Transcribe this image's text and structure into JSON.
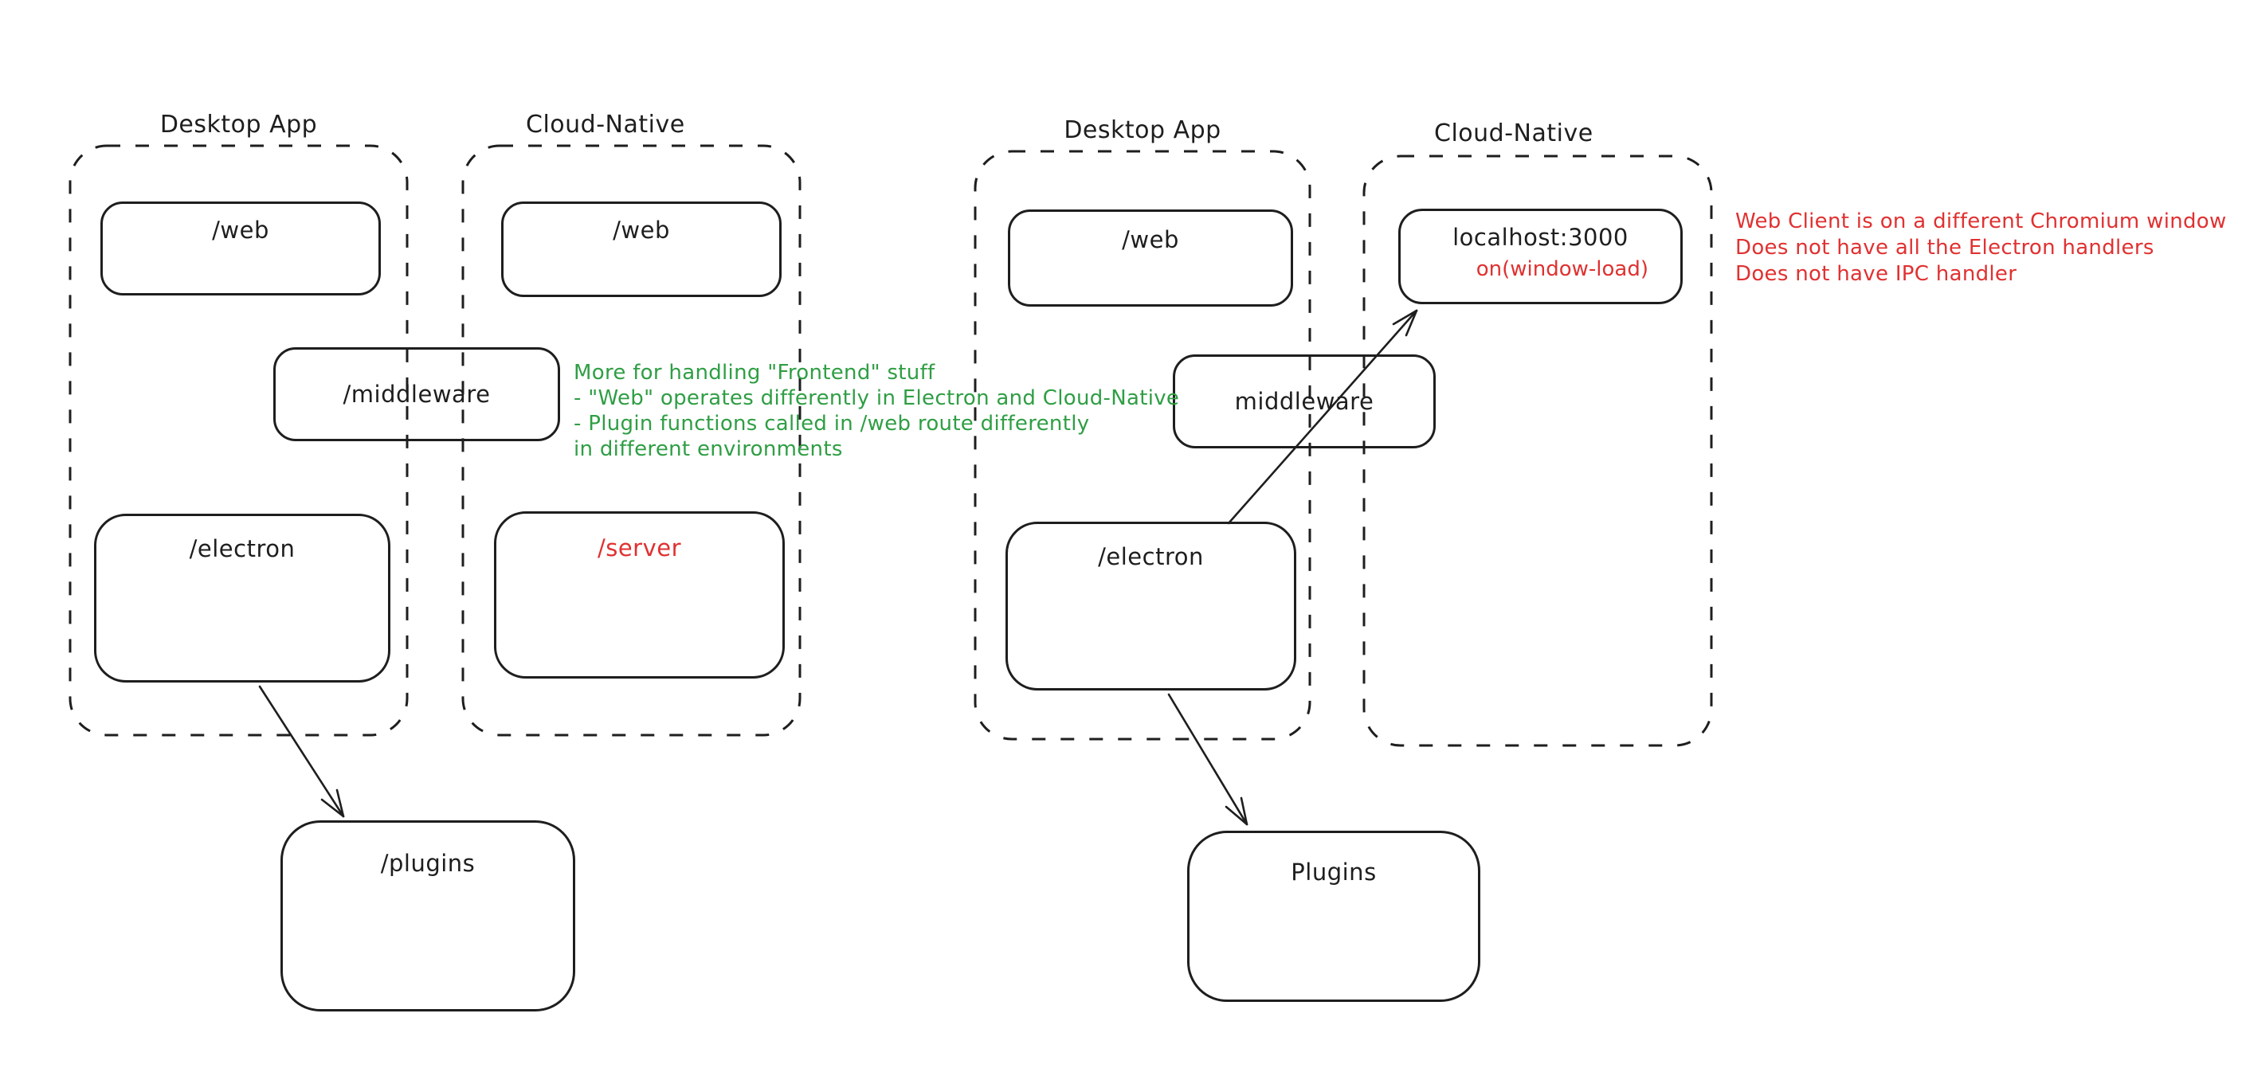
{
  "colors": {
    "background": "#ffffff",
    "stroke": "#1e1e1e",
    "green": "#2f9e44",
    "red": "#e03131"
  },
  "left": {
    "desktop": {
      "label": "Desktop App",
      "web_label": "/web",
      "middleware_label": "/middleware",
      "electron_label": "/electron"
    },
    "cloud": {
      "label": "Cloud-Native",
      "web_label": "/web",
      "server_label": "/server"
    },
    "plugins_label": "/plugins",
    "green_note_lines": [
      "More for handling \"Frontend\" stuff",
      "- \"Web\" operates differently in Electron and Cloud-Native",
      "- Plugin functions called in /web route differently",
      "in different environments"
    ]
  },
  "right": {
    "desktop": {
      "label": "Desktop App",
      "web_label": "/web",
      "middleware_label": "middleware",
      "electron_label": "/electron"
    },
    "cloud": {
      "label": "Cloud-Native",
      "localhost_label": "localhost:3000",
      "localhost_event": "on(window-load)"
    },
    "plugins_label": "Plugins",
    "red_note_lines": [
      "Web Client is on a different Chromium window",
      "Does not have all the Electron handlers",
      "Does not have IPC handler"
    ]
  }
}
